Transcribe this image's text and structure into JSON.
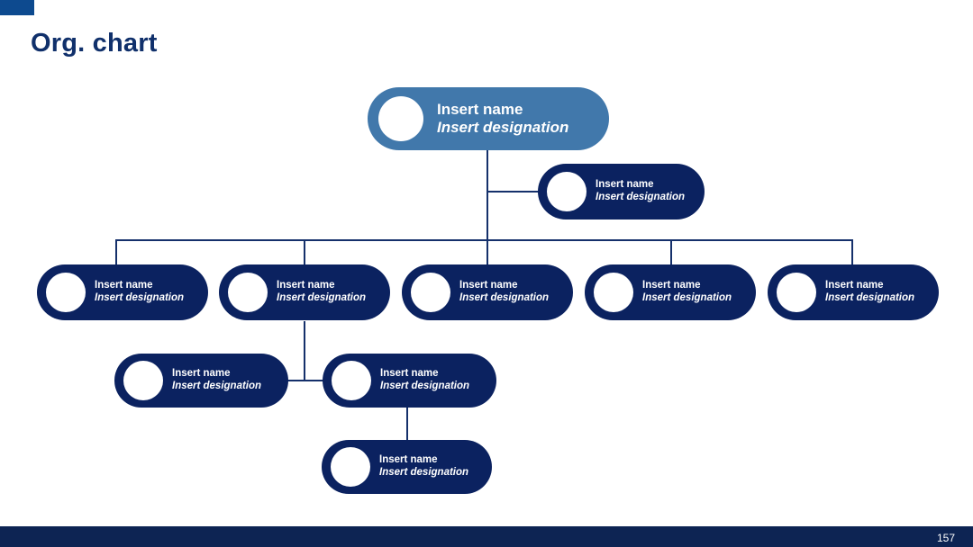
{
  "slide": {
    "title": "Org. chart",
    "page_number": "157",
    "colors": {
      "title_navy": "#10306b",
      "accent_blue": "#0d4a8f",
      "node_navy": "#0b2260",
      "node_blue": "#4178ab",
      "connector": "#15306b",
      "footer": "#0d2453",
      "avatar": "#ffffff",
      "background": "#ffffff"
    }
  },
  "chart_data": {
    "type": "org-chart",
    "title": "Org. chart",
    "levels": 5,
    "node_count": 10,
    "nodes": [
      {
        "id": "n1",
        "level": 1,
        "name": "Insert name",
        "designation": "Insert designation",
        "color": "#4178ab",
        "parent": null
      },
      {
        "id": "n2",
        "level": 2,
        "name": "Insert name",
        "designation": "Insert designation",
        "color": "#0b2260",
        "parent": "n1"
      },
      {
        "id": "n3",
        "level": 3,
        "name": "Insert name",
        "designation": "Insert designation",
        "color": "#0b2260",
        "parent": "n1"
      },
      {
        "id": "n4",
        "level": 3,
        "name": "Insert name",
        "designation": "Insert designation",
        "color": "#0b2260",
        "parent": "n1"
      },
      {
        "id": "n5",
        "level": 3,
        "name": "Insert name",
        "designation": "Insert designation",
        "color": "#0b2260",
        "parent": "n1"
      },
      {
        "id": "n6",
        "level": 3,
        "name": "Insert name",
        "designation": "Insert designation",
        "color": "#0b2260",
        "parent": "n1"
      },
      {
        "id": "n7",
        "level": 3,
        "name": "Insert name",
        "designation": "Insert designation",
        "color": "#0b2260",
        "parent": "n1"
      },
      {
        "id": "n8",
        "level": 4,
        "name": "Insert name",
        "designation": "Insert designation",
        "color": "#0b2260",
        "parent": "n4"
      },
      {
        "id": "n9",
        "level": 4,
        "name": "Insert name",
        "designation": "Insert designation",
        "color": "#0b2260",
        "parent": "n4"
      },
      {
        "id": "n10",
        "level": 5,
        "name": "Insert name",
        "designation": "Insert designation",
        "color": "#0b2260",
        "parent": "n9"
      }
    ]
  }
}
